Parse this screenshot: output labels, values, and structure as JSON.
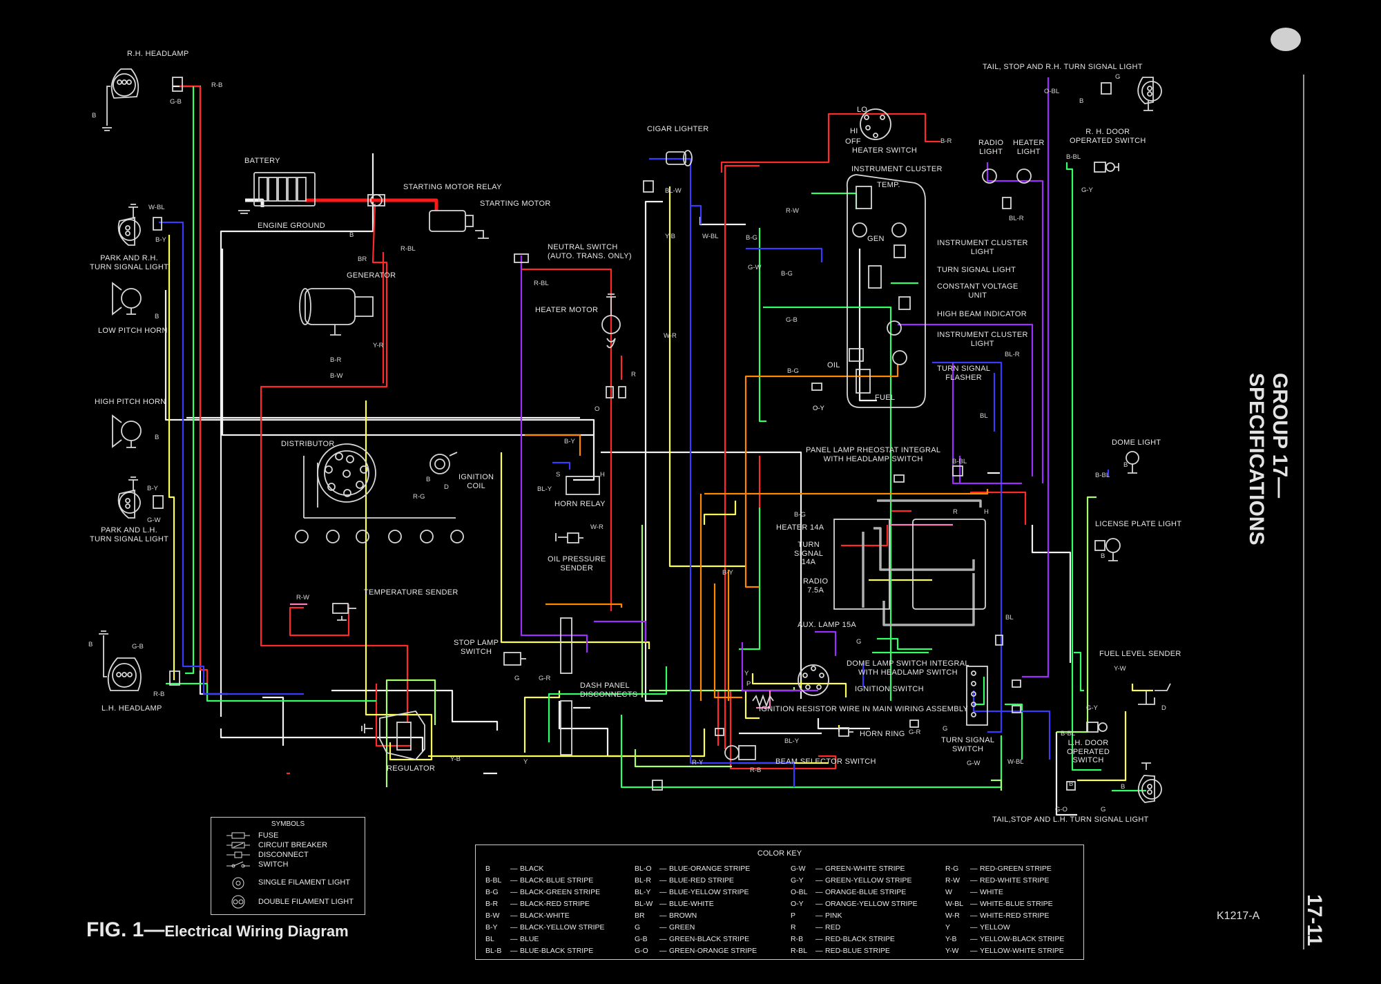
{
  "side_title": "GROUP 17—SPECIFICATIONS",
  "page_number": "17-11",
  "figure_code": "K1217-A",
  "figure_title": {
    "number": "FIG. 1—",
    "caption": "Electrical Wiring Diagram"
  },
  "components": {
    "rh_headlamp": "R.H. HEADLAMP",
    "battery": "BATTERY",
    "starting_motor_relay": "STARTING MOTOR RELAY",
    "starting_motor": "STARTING MOTOR",
    "engine_ground": "ENGINE GROUND",
    "park_rh": [
      "PARK AND R.H.",
      "TURN SIGNAL LIGHT"
    ],
    "neutral_switch": [
      "NEUTRAL SWITCH",
      "(AUTO. TRANS. ONLY)"
    ],
    "generator": "GENERATOR",
    "low_pitch_horn": "LOW PITCH HORN",
    "heater_motor": "HEATER MOTOR",
    "high_pitch_horn": "HIGH PITCH HORN",
    "distributor": "DISTRIBUTOR",
    "ignition_coil": [
      "IGNITION",
      "COIL"
    ],
    "horn_relay": "HORN RELAY",
    "park_lh": [
      "PARK AND L.H.",
      "TURN SIGNAL LIGHT"
    ],
    "oil_pressure_sender": [
      "OIL PRESSURE",
      "SENDER"
    ],
    "temperature_sender": "TEMPERATURE SENDER",
    "stop_lamp_switch": [
      "STOP LAMP",
      "SWITCH"
    ],
    "lh_headlamp": "L.H. HEADLAMP",
    "dash_panel": [
      "DASH PANEL",
      "DISCONNECTS"
    ],
    "regulator": "REGULATOR",
    "cigar_lighter": "CIGAR LIGHTER",
    "heater_switch": "HEATER SWITCH",
    "heater_switch_pos": [
      "LO",
      "HI",
      "OFF"
    ],
    "instrument_cluster": "INSTRUMENT CLUSTER",
    "temp": "TEMP.",
    "gen": "GEN",
    "oil": "OIL",
    "fuel": "FUEL",
    "ic_light_1": [
      "INSTRUMENT CLUSTER",
      "LIGHT"
    ],
    "turn_signal_light": "TURN SIGNAL LIGHT",
    "cvu": [
      "CONSTANT VOLTAGE",
      "UNIT"
    ],
    "high_beam": "HIGH BEAM INDICATOR",
    "ic_light_2": [
      "INSTRUMENT CLUSTER",
      "LIGHT"
    ],
    "ts_flasher": [
      "TURN SIGNAL",
      "FLASHER"
    ],
    "radio_light": [
      "RADIO",
      "LIGHT"
    ],
    "heater_light": [
      "HEATER",
      "LIGHT"
    ],
    "tail_rh": "TAIL, STOP AND R.H. TURN SIGNAL LIGHT",
    "rh_door": [
      "R. H. DOOR",
      "OPERATED SWITCH"
    ],
    "panel_lamp": [
      "PANEL LAMP RHEOSTAT INTEGRAL",
      "WITH HEADLAMP SWITCH"
    ],
    "dome_light": "DOME LIGHT",
    "license_light": "LICENSE PLATE LIGHT",
    "fuse_heater": "HEATER 14A",
    "fuse_turn": [
      "TURN",
      "SIGNAL",
      "14A"
    ],
    "fuse_radio": [
      "RADIO",
      "7.5A"
    ],
    "fuse_aux": "AUX. LAMP 15A",
    "dome_switch": [
      "DOME LAMP SWITCH INTEGRAL",
      "WITH HEADLAMP SWITCH"
    ],
    "ignition_switch": "IGNITION SWITCH",
    "resistor_wire": "IGNITION RESISTOR WIRE IN MAIN WIRING ASSEMBLY",
    "horn_ring": "HORN RING",
    "ts_switch": [
      "TURN SIGNAL",
      "SWITCH"
    ],
    "beam_selector": "BEAM SELECTOR SWITCH",
    "fuel_sender": "FUEL LEVEL SENDER",
    "lh_door": [
      "L.H. DOOR",
      "OPERATED",
      "SWITCH"
    ],
    "tail_lh": "TAIL,STOP AND L.H. TURN SIGNAL LIGHT"
  },
  "wire_codes": {
    "rb_1": "R-B",
    "gb_1": "G-B",
    "b_1": "B",
    "wbl_1": "W-BL",
    "by_1": "B-Y",
    "b_horn1": "B",
    "b_horn2": "B",
    "by_2": "B-Y",
    "gw_1": "G-W",
    "gb_2": "G-B",
    "rb_2": "R-B",
    "b_lh": "B",
    "b_sm": "B",
    "br_sm": "BR",
    "rbl_1": "R-BL",
    "rbl_2": "R-BL",
    "br_gen": "B-R",
    "bw_gen": "B-W",
    "yr_gen": "Y-R",
    "by_hr": "B-Y",
    "s_hr": "S",
    "h_hr": "H",
    "bly_hr": "BL-Y",
    "b_ic": "B",
    "d_ic": "D",
    "rg_ic": "R-G",
    "wr_op": "W-R",
    "rw_ts": "R-W",
    "g_sl": "G",
    "gr_sl": "G-R",
    "yb_reg": "Y-B",
    "y_reg": "Y",
    "blw": "BL-W",
    "yb_top": "Y-B",
    "wbl_top": "W-BL",
    "bg_top": "B-G",
    "gw_top": "G-W",
    "rw_top": "R-W",
    "wr_mid": "W-R",
    "bg_mid": "B-G",
    "gb_mid": "G-B",
    "bg_oil": "B-G",
    "oy": "O-Y",
    "r_hm": "R",
    "o_hm": "O",
    "br_hs": "B-R",
    "obl": "O-BL",
    "b_tail": "B",
    "g_tail": "G",
    "bbl_door": "B-BL",
    "gy_door": "G-Y",
    "blr": "BL-R",
    "blr2": "BL-R",
    "bl_mid": "BL",
    "bbl_dome1": "B-BL",
    "bbl_dome2": "B-BL",
    "b_dome": "B",
    "b_lic": "B",
    "bg_fuse": "B-G",
    "by_fuse": "B-Y",
    "y_ign": "Y",
    "p_ign": "P",
    "g_sw": "G",
    "r_sw": "R",
    "h_sw": "H",
    "bl_sw": "BL",
    "bly_horn": "BL-Y",
    "gr_horn": "G-R",
    "g_tss": "G",
    "gw_tss": "G-W",
    "wbl_tss": "W-BL",
    "ry_bs": "R-Y",
    "rb_bs": "R-B",
    "yw_fs": "Y-W",
    "d_fs": "D",
    "gy_lh": "G-Y",
    "bbl_lh": "B-BL",
    "go_lh": "G-O",
    "g_lh": "G",
    "b_lh2": "B",
    "b_lht": "B",
    "oy_fl": "O-Y"
  },
  "symbols": {
    "title": "SYMBOLS",
    "items": [
      "FUSE",
      "CIRCUIT BREAKER",
      "DISCONNECT",
      "SWITCH",
      "SINGLE FILAMENT LIGHT",
      "DOUBLE FILAMENT LIGHT"
    ]
  },
  "color_key": {
    "title": "COLOR KEY",
    "col1": [
      [
        "B",
        "BLACK"
      ],
      [
        "B-BL",
        "BLACK-BLUE STRIPE"
      ],
      [
        "B-G",
        "BLACK-GREEN STRIPE"
      ],
      [
        "B-R",
        "BLACK-RED STRIPE"
      ],
      [
        "B-W",
        "BLACK-WHITE"
      ],
      [
        "B-Y",
        "BLACK-YELLOW STRIPE"
      ],
      [
        "BL",
        "BLUE"
      ],
      [
        "BL-B",
        "BLUE-BLACK STRIPE"
      ]
    ],
    "col2": [
      [
        "BL-O",
        "BLUE-ORANGE STRIPE"
      ],
      [
        "BL-R",
        "BLUE-RED STRIPE"
      ],
      [
        "BL-Y",
        "BLUE-YELLOW STRIPE"
      ],
      [
        "BL-W",
        "BLUE-WHITE"
      ],
      [
        "BR",
        "BROWN"
      ],
      [
        "G",
        "GREEN"
      ],
      [
        "G-B",
        "GREEN-BLACK STRIPE"
      ],
      [
        "G-O",
        "GREEN-ORANGE STRIPE"
      ]
    ],
    "col3": [
      [
        "G-W",
        "GREEN-WHITE STRIPE"
      ],
      [
        "G-Y",
        "GREEN-YELLOW STRIPE"
      ],
      [
        "O-BL",
        "ORANGE-BLUE STRIPE"
      ],
      [
        "O-Y",
        "ORANGE-YELLOW STRIPE"
      ],
      [
        "P",
        "PINK"
      ],
      [
        "R",
        "RED"
      ],
      [
        "R-B",
        "RED-BLACK STRIPE"
      ],
      [
        "R-BL",
        "RED-BLUE STRIPE"
      ]
    ],
    "col4": [
      [
        "R-G",
        "RED-GREEN STRIPE"
      ],
      [
        "R-W",
        "RED-WHITE STRIPE"
      ],
      [
        "W",
        "WHITE"
      ],
      [
        "W-BL",
        "WHITE-BLUE STRIPE"
      ],
      [
        "W-R",
        "WHITE-RED STRIPE"
      ],
      [
        "Y",
        "YELLOW"
      ],
      [
        "Y-B",
        "YELLOW-BLACK STRIPE"
      ],
      [
        "Y-W",
        "YELLOW-WHITE STRIPE"
      ]
    ]
  },
  "colors": {
    "background": "#000000",
    "white": "#f2f2f2",
    "red": "#ff2a2a",
    "yellow": "#ffff55",
    "green": "#33ff66",
    "lightgreen": "#a8ff70",
    "blue": "#3b3bff",
    "orange": "#ff8a00",
    "purple": "#9b30ff",
    "pink": "#ff80c0",
    "gray": "#b0b0b0"
  }
}
